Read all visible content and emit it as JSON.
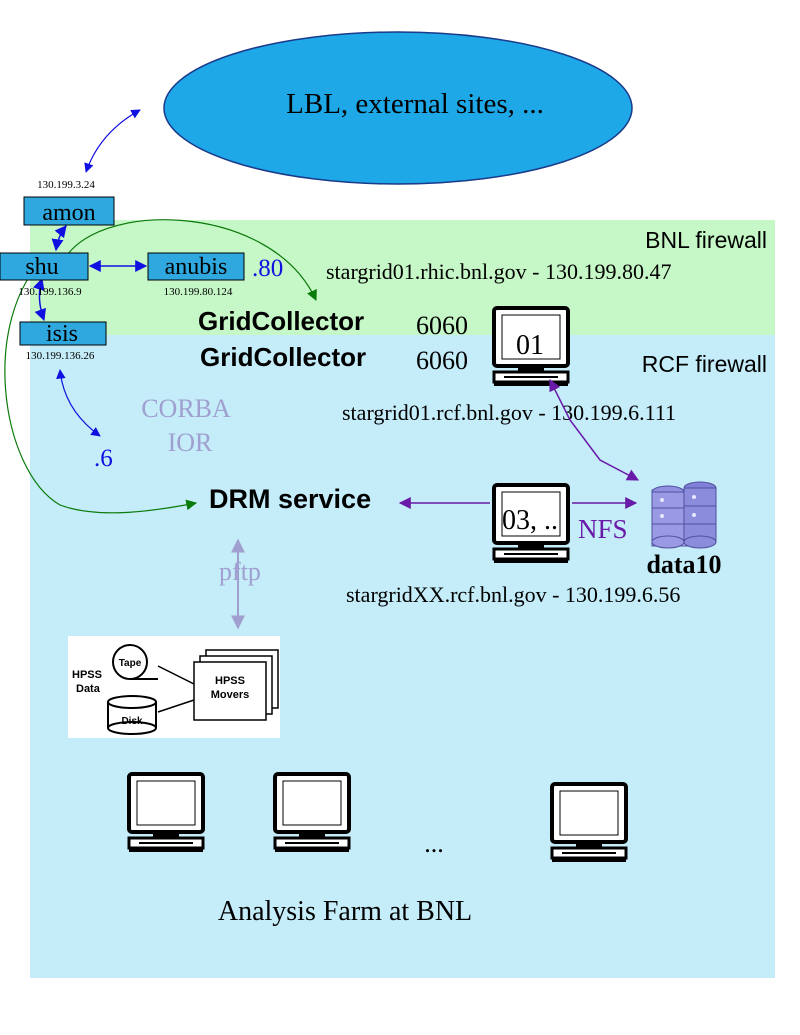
{
  "external": {
    "label": "LBL, external sites, ..."
  },
  "zones": {
    "bnl_firewall": "BNL firewall",
    "rcf_firewall": "RCF firewall"
  },
  "hosts": {
    "amon": {
      "name": "amon",
      "ip": "130.199.3.24"
    },
    "shu": {
      "name": "shu",
      "ip": "130.199.136.9"
    },
    "isis": {
      "name": "isis",
      "ip": "130.199.136.26"
    },
    "anubis": {
      "name": "anubis",
      "ip": "130.199.80.124"
    }
  },
  "subnets": {
    "s80": ".80",
    "s6": ".6"
  },
  "gridcollector": [
    {
      "label": "GridCollector",
      "port": "6060"
    },
    {
      "label": "GridCollector",
      "port": "6060"
    }
  ],
  "servers": {
    "stargrid01_rhic": "stargrid01.rhic.bnl.gov - 130.199.80.47",
    "stargrid01_rcf": "stargrid01.rcf.bnl.gov - 130.199.6.111",
    "stargridxx_rcf": "stargridXX.rcf.bnl.gov - 130.199.6.56",
    "screen01": "01",
    "screen03": "03, .."
  },
  "corba": {
    "line1": "CORBA",
    "line2": "IOR"
  },
  "drm": "DRM service",
  "nfs": "NFS",
  "storage": "data10",
  "pftp": "pftp",
  "hpss": {
    "data_line1": "HPSS",
    "data_line2": "Data",
    "tape": "Tape",
    "disk": "Disk",
    "movers_line1": "HPSS",
    "movers_line2": "Movers"
  },
  "farm": {
    "ellipsis": "...",
    "caption": "Analysis Farm at BNL"
  },
  "colors": {
    "bnl_zone": "#c6f7c6",
    "rcf_zone": "#c4ecf9",
    "host_box": "#2ea8df",
    "blue_arrow": "#1010e0",
    "green_arrow": "#0a7a0a",
    "purple_arrow": "#6a1aa8",
    "light_label": "#a0a0d0"
  }
}
